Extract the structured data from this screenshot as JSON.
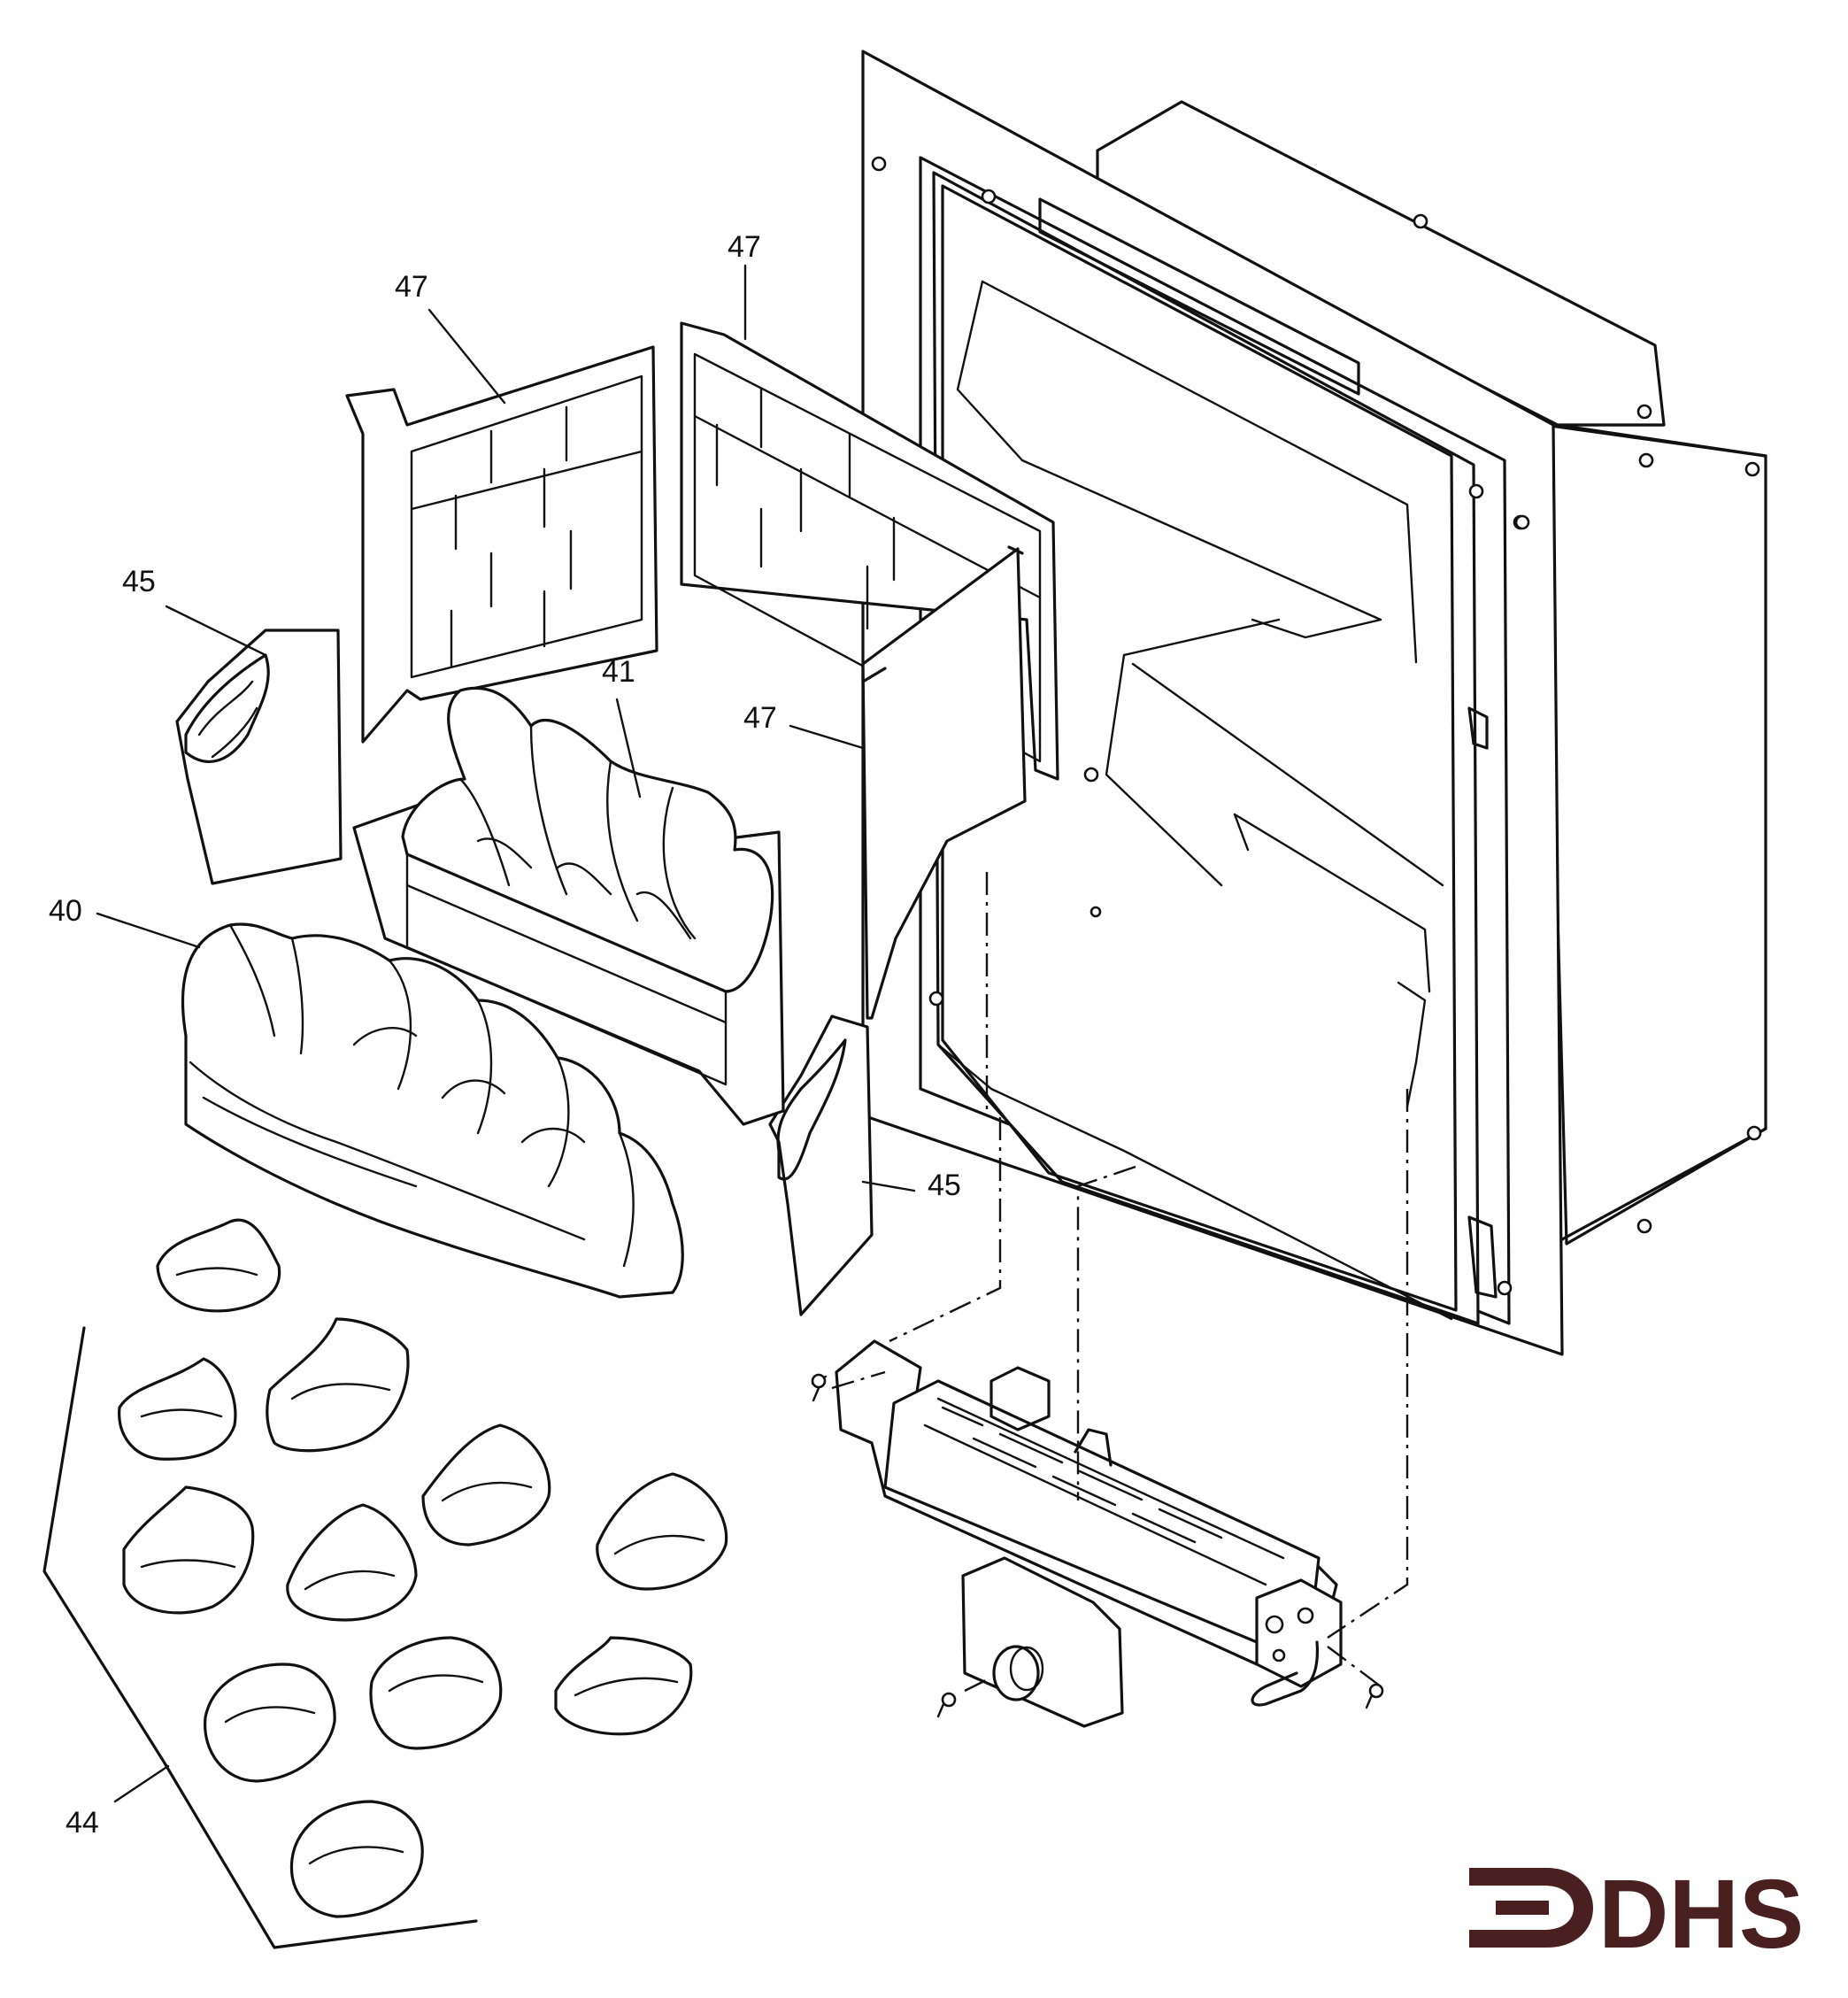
{
  "labels": {
    "lbl_47a": "47",
    "lbl_47b": "47",
    "lbl_47c": "47",
    "lbl_45a": "45",
    "lbl_45b": "45",
    "lbl_41": "41",
    "lbl_40": "40",
    "lbl_44": "44"
  },
  "logo": {
    "text": "DHS",
    "color": "#4a1f1f"
  },
  "colors": {
    "line": "#111111",
    "background": "#ffffff"
  }
}
